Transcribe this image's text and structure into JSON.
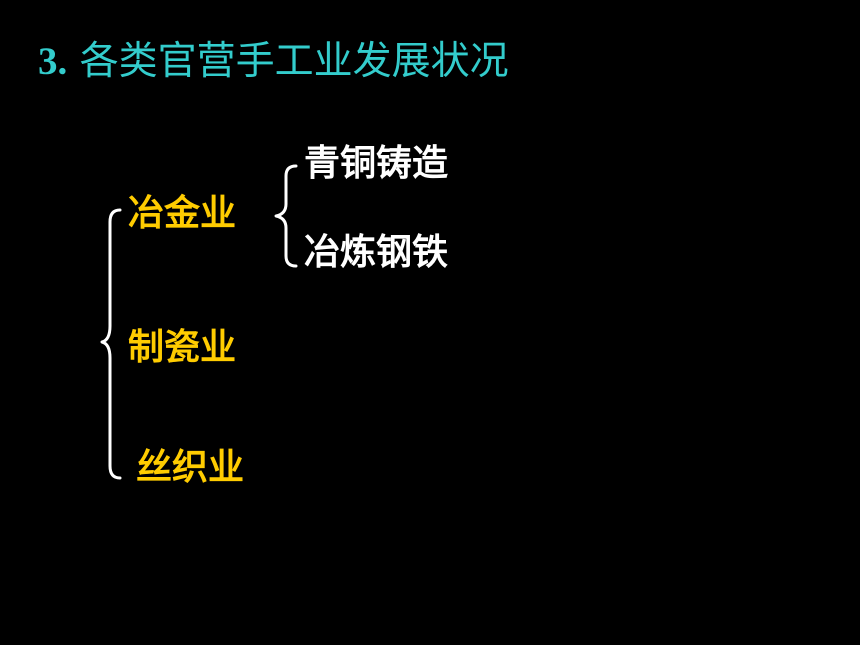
{
  "slide": {
    "title_number": "3.",
    "title_text": "各类官营手工业发展状况"
  },
  "colors": {
    "background": "#000000",
    "title": "#33CCCC",
    "category": "#FFCC00",
    "subcategory": "#FFFFFF",
    "brace": "#FFFFFF"
  },
  "diagram": {
    "categories": [
      {
        "label": "冶金业",
        "children": [
          "青铜铸造",
          "冶炼钢铁"
        ]
      },
      {
        "label": "制瓷业",
        "children": []
      },
      {
        "label": "丝织业",
        "children": []
      }
    ]
  }
}
